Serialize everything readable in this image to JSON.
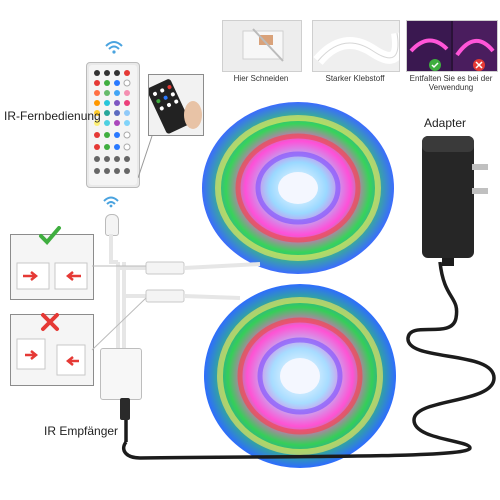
{
  "labels": {
    "hier_schneiden": "Hier Schneiden",
    "starker_klebstoff": "Starker Klebstoff",
    "entfalten": "Entfalten Sie es bei der Verwendung",
    "ir_fernbedienung": "IR-Fernbedienung",
    "adapter": "Adapter",
    "ir_empfaenger": "IR Empfänger"
  },
  "icons": {
    "wifi": "wifi-signal-icon",
    "check": "check-icon",
    "cross": "cross-icon"
  },
  "colors": {
    "check_green": "#3fae3f",
    "cross_red": "#e53935",
    "arrow_red": "#e53935",
    "cable": "#1c1c1c",
    "connector": "#f2f2f2"
  }
}
